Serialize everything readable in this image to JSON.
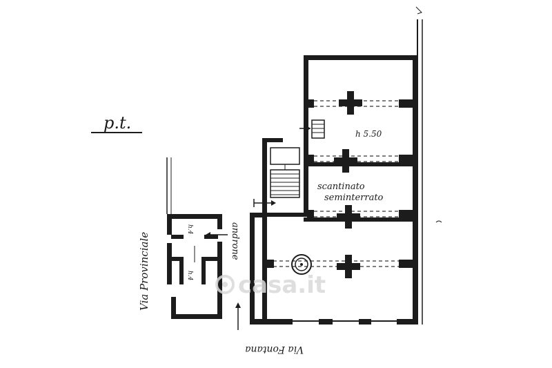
{
  "labels": {
    "floor_tag": "p.t.",
    "height": "h 5.50",
    "basement_line1": "scantinato",
    "basement_line2": "seminterrato",
    "street_provinciale": "Via Provinciale",
    "street_fontana": "Via Fontana",
    "passage": "androne",
    "small_h1": "h.4",
    "small_h2": "h.4"
  },
  "watermark": "casa.it",
  "colors": {
    "ink": "#1c1c1c",
    "paper": "#ffffff",
    "watermark": "#d9d9d9"
  }
}
